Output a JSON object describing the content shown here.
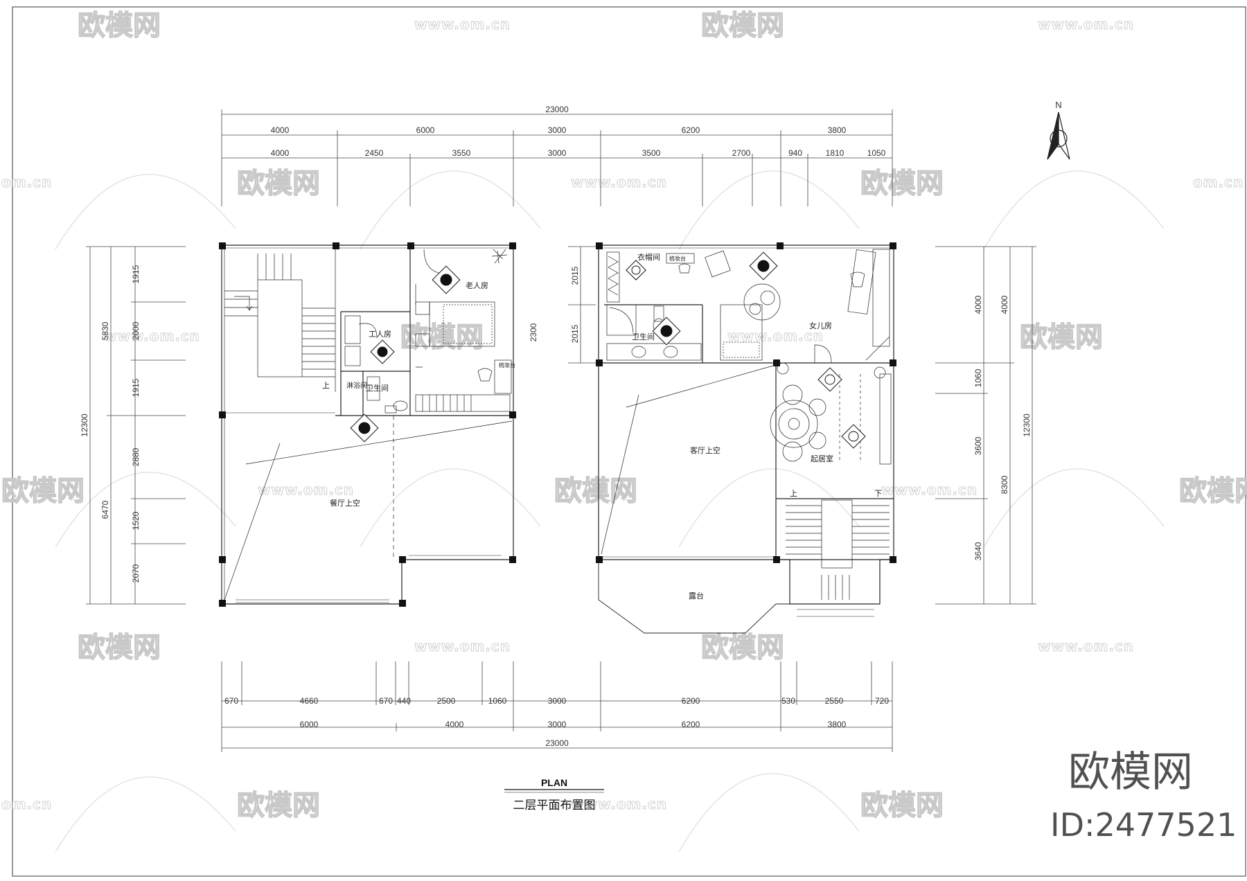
{
  "drawing": {
    "title_en": "PLAN",
    "title_cn": "二层平面布置图",
    "north": "N"
  },
  "rooms": {
    "elder_room": "老人房",
    "servant_room": "工人房",
    "bath_left": "卫生间",
    "shower": "淋浴间",
    "dressing_left": "梳妆台",
    "dining_void": "餐厅上空",
    "closet": "衣帽间",
    "dressing_right": "梳妆台",
    "daughter_room": "女儿房",
    "bath_right": "卫生间",
    "living_void": "客厅上空",
    "family_room": "起居室",
    "balcony": "露台",
    "up_left": "上",
    "up_right": "上",
    "down_right": "下"
  },
  "dimensions": {
    "top_total": "23000",
    "top_row1": [
      "4000",
      "6000",
      "3000",
      "6200",
      "3800"
    ],
    "top_row2": [
      "4000",
      "2450",
      "3550",
      "3000",
      "3500",
      "2700",
      "940",
      "1810",
      "1050"
    ],
    "bottom_row1": [
      "670",
      "4660",
      "670",
      "440",
      "2500",
      "1060",
      "3000",
      "6200",
      "530",
      "2550",
      "720"
    ],
    "bottom_row2": [
      "6000",
      "4000",
      "3000",
      "6200",
      "3800"
    ],
    "bottom_total": "23000",
    "left_total": "12300",
    "left_row1": [
      "5830",
      "6470"
    ],
    "left_row2": [
      "1915",
      "2000",
      "1915",
      "2880",
      "1520",
      "2070"
    ],
    "right_total": "12300",
    "right_row1": [
      "4000",
      "8300"
    ],
    "right_row2": [
      "4000",
      "1060",
      "3600",
      "3640"
    ],
    "mid_left": [
      "2015",
      "2015"
    ],
    "mid_right": "2300"
  },
  "watermark": {
    "logo_text": "欧模网",
    "url_text": "www.om.cn",
    "url_partial": "om.cn",
    "big_logo": "欧模网",
    "big_id": "ID:2477521"
  }
}
